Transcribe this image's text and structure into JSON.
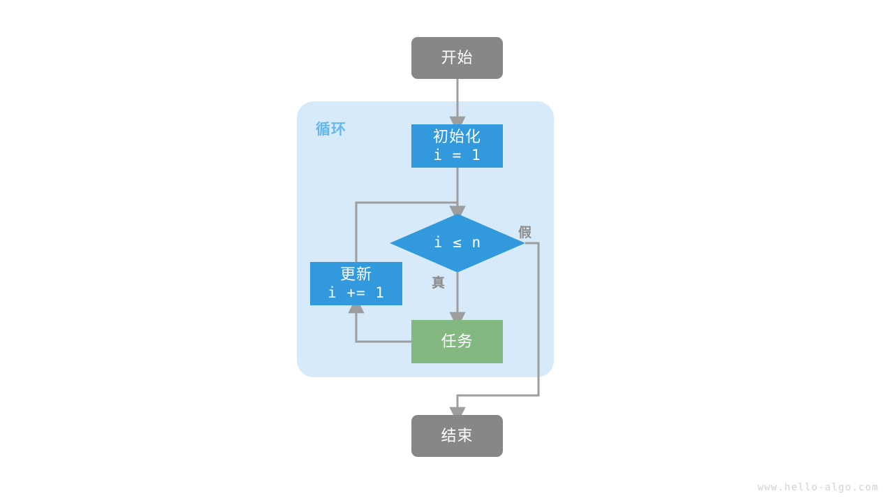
{
  "diagram": {
    "type": "flowchart",
    "title_watermark": "www.hello-algo.com",
    "group": {
      "label": "循环",
      "fill": "#D6EAFA",
      "label_color": "#66B8EC"
    },
    "colors": {
      "terminal": "#878787",
      "process": "#3399DD",
      "decision": "#3399DD",
      "task": "#84B881",
      "edge": "#9E9E9E",
      "edge_label": "#8C8C8C",
      "node_text": "#FFFFFF",
      "background": "#FFFFFF",
      "watermark": "#D2D2D2"
    },
    "nodes": {
      "start": {
        "label": "开始",
        "shape": "rounded-rect",
        "color": "#878787"
      },
      "init": {
        "label_line1": "初始化",
        "label_line2": "i = 1",
        "shape": "rect",
        "color": "#3399DD"
      },
      "decision": {
        "label": "i ≤ n",
        "shape": "diamond",
        "color": "#3399DD"
      },
      "update": {
        "label_line1": "更新",
        "label_line2": "i += 1",
        "shape": "rect",
        "color": "#3399DD"
      },
      "task": {
        "label": "任务",
        "shape": "rect",
        "color": "#84B881"
      },
      "end": {
        "label": "结束",
        "shape": "rounded-rect",
        "color": "#878787"
      }
    },
    "edge_labels": {
      "true_branch": "真",
      "false_branch": "假"
    }
  }
}
